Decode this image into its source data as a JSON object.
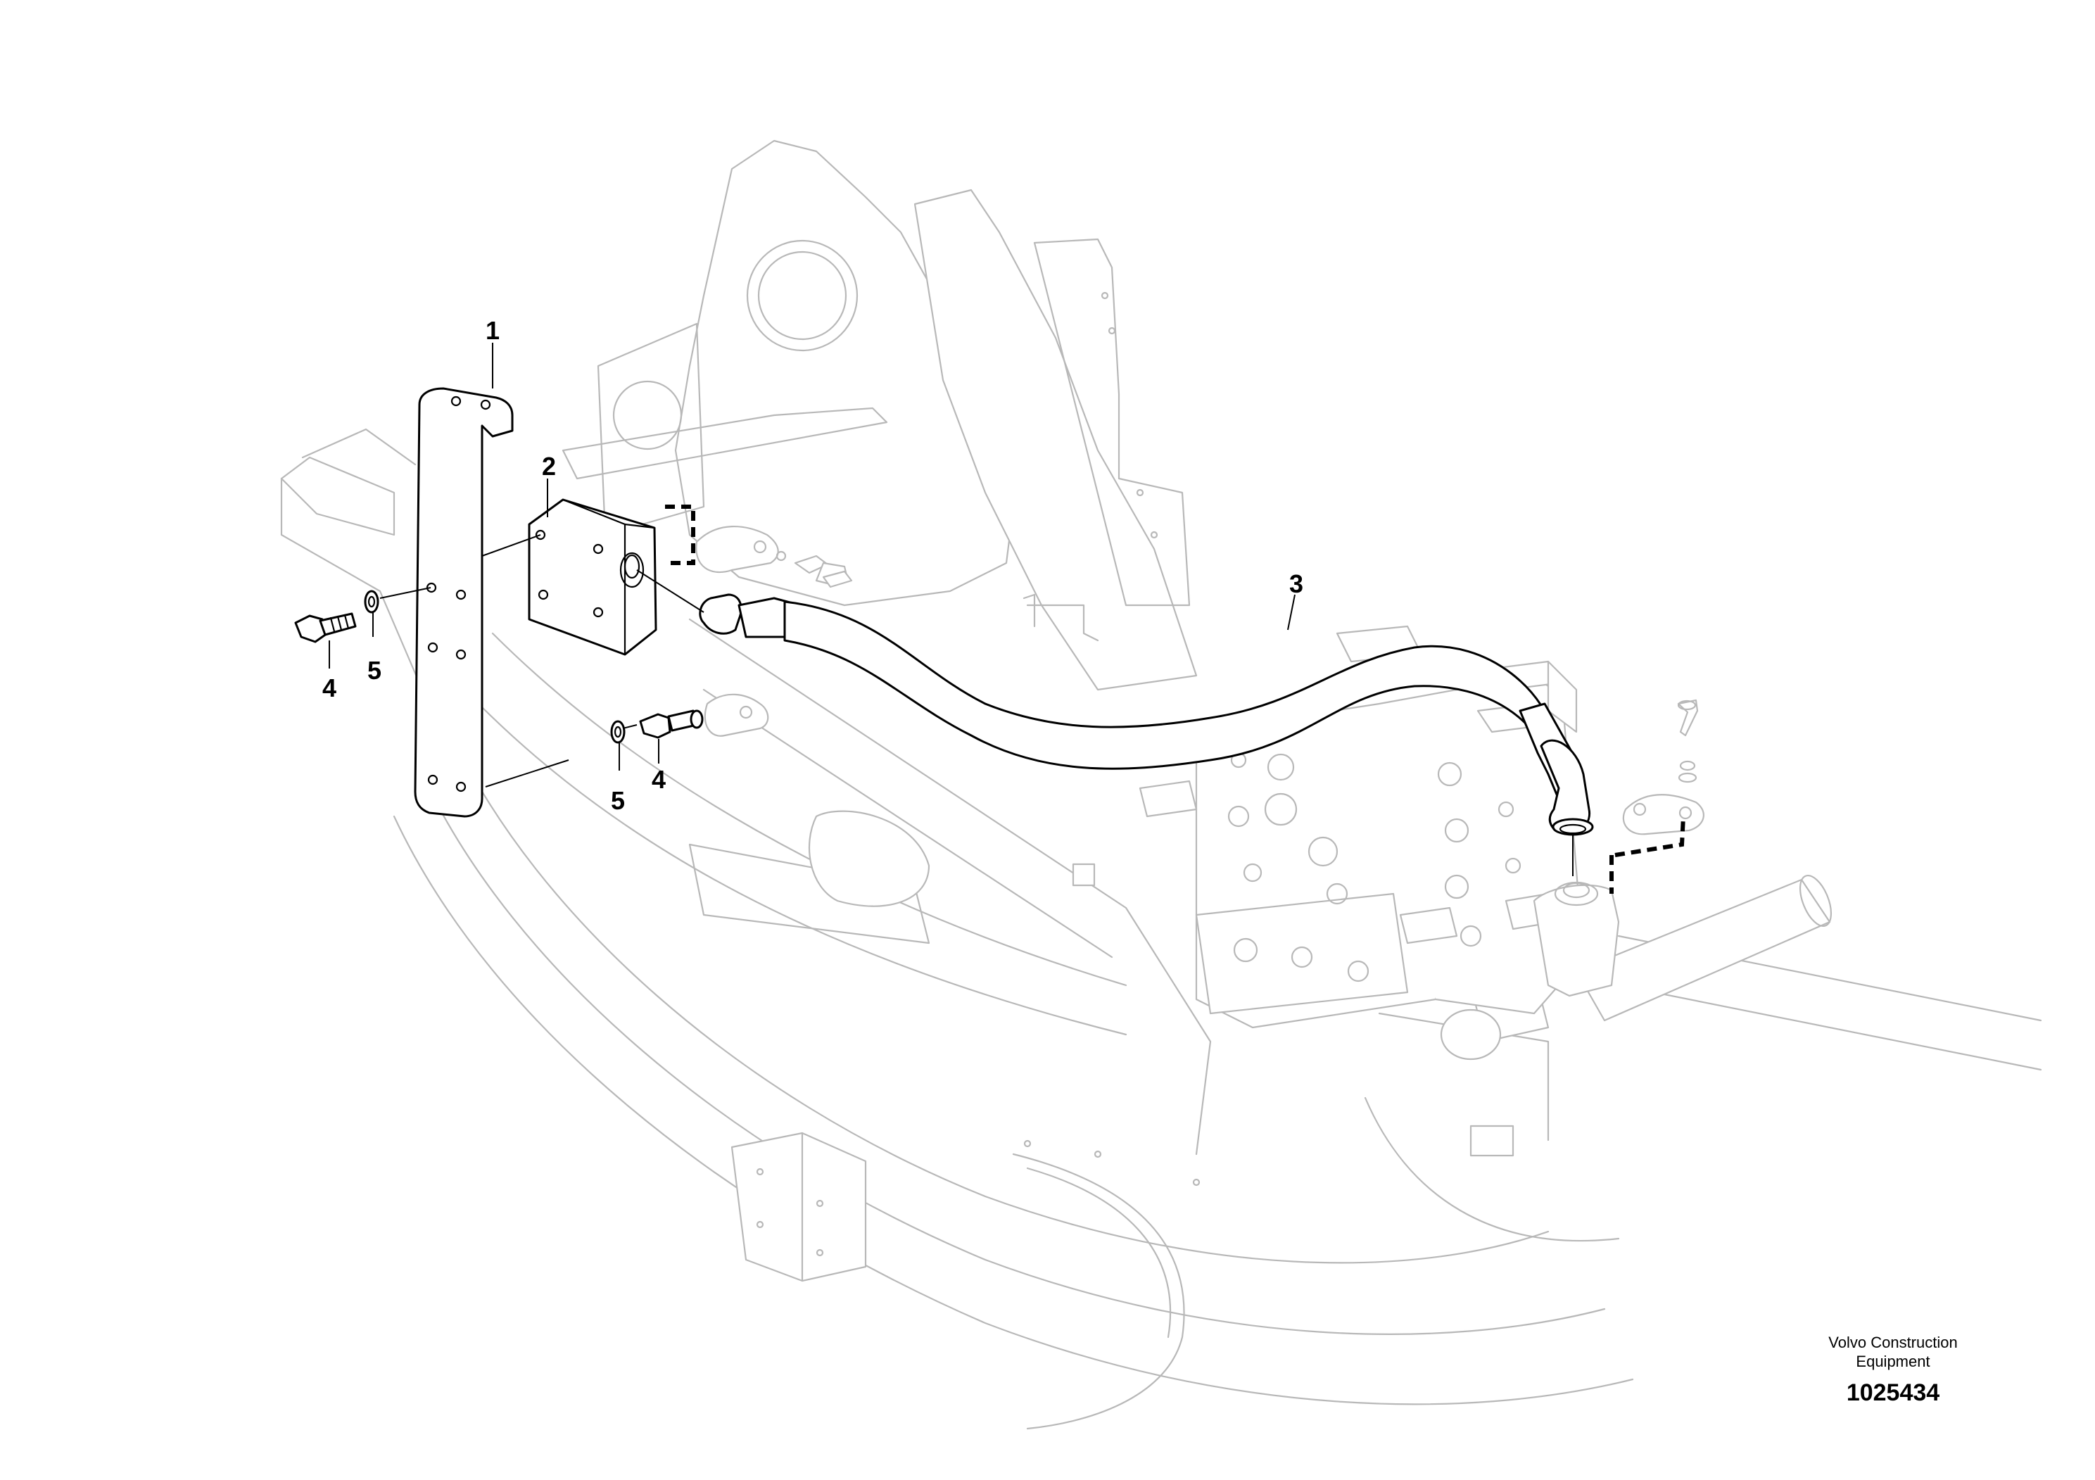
{
  "diagram": {
    "callouts": {
      "c1": "1",
      "c2": "2",
      "c3": "3",
      "c4a": "4",
      "c4b": "4",
      "c5a": "5",
      "c5b": "5"
    },
    "parts": {
      "bracket": "bracket",
      "block": "flange-block",
      "hose": "hydraulic-hose",
      "screw": "screw",
      "washer": "washer",
      "valve": "control-valve"
    }
  },
  "credit": {
    "company_line1": "Volvo Construction",
    "company_line2": "Equipment",
    "doc_number": "1025434"
  }
}
